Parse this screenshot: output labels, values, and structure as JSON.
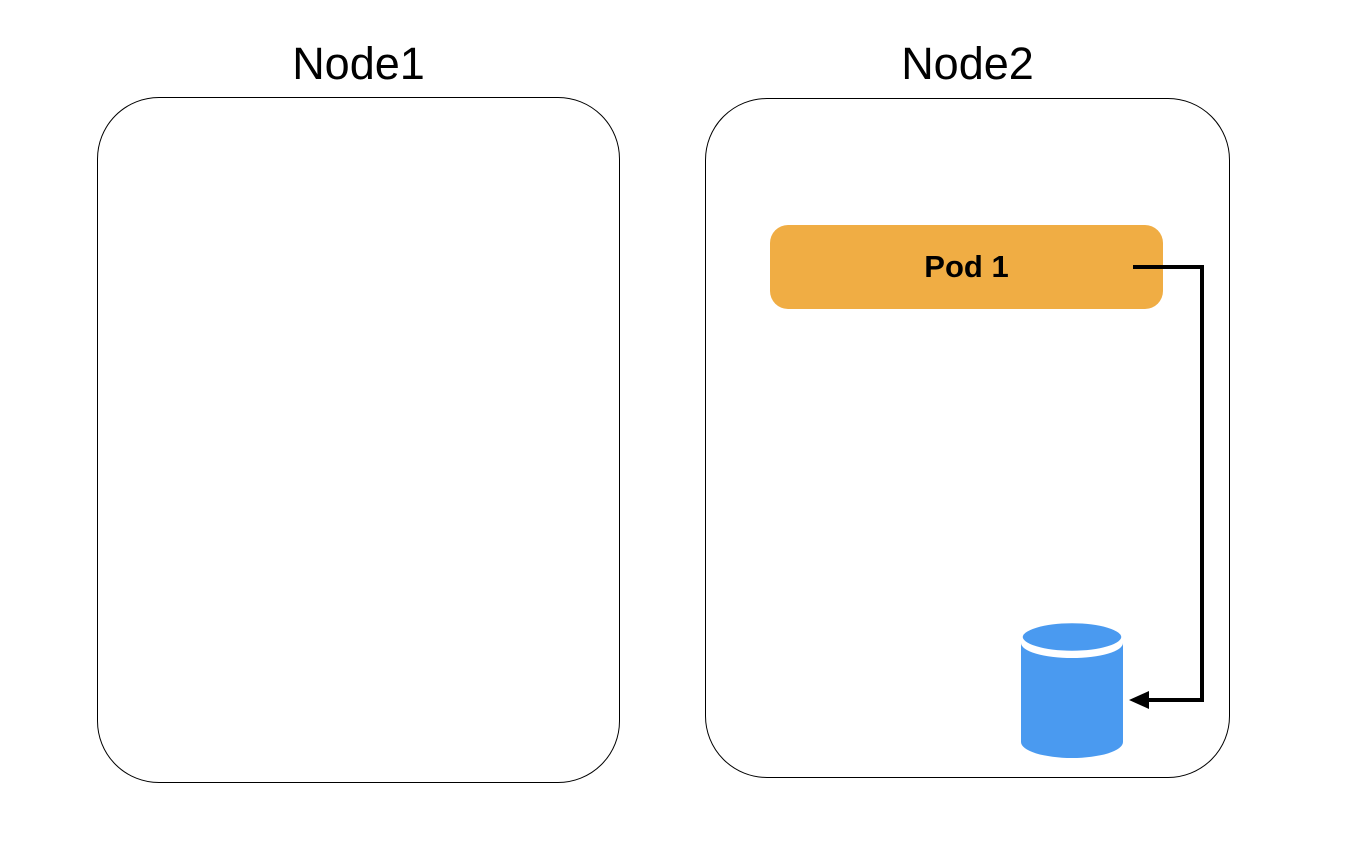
{
  "diagram": {
    "title": "",
    "nodes": [
      {
        "id": "node1",
        "label": "Node1",
        "contents": []
      },
      {
        "id": "node2",
        "label": "Node2",
        "contents": [
          "pod",
          "database"
        ]
      }
    ],
    "pod": {
      "label": "Pod 1",
      "fill": "#F0AD44",
      "text_color": "#000000"
    },
    "database": {
      "icon": "cylinder-database-icon",
      "fill": "#4A9AF0",
      "separator_color": "#ffffff"
    },
    "connector": {
      "from": "Pod 1",
      "to": "database",
      "color": "#000000",
      "style": "right-angle elbow with left-pointing arrowhead"
    },
    "colors": {
      "background": "#ffffff",
      "node_border": "#000000",
      "pod_orange": "#F0AD44",
      "database_blue": "#4A9AF0",
      "arrow_black": "#000000"
    }
  }
}
